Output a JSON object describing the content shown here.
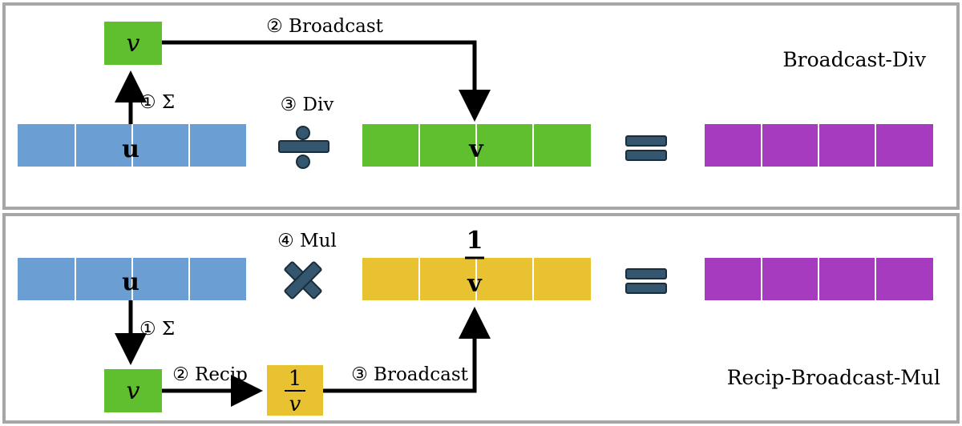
{
  "top_panel": {
    "title": "Broadcast-Div",
    "step_sum": "① Σ",
    "step_broadcast": "② Broadcast",
    "step_div": "③ Div",
    "input_label": "u",
    "reduced_label": "v",
    "broadcast_label": "v"
  },
  "bottom_panel": {
    "title": "Recip-Broadcast-Mul",
    "step_sum": "① Σ",
    "step_recip": "② Recip",
    "step_broadcast": "③ Broadcast",
    "step_mul": "④ Mul",
    "input_label": "u",
    "reduced_label": "v",
    "recip_numerator": "1",
    "recip_denominator": "v",
    "broadcast_numerator": "1",
    "broadcast_denominator": "v"
  },
  "colors": {
    "input": "#6b9fd3",
    "reduced": "#5fbf2f",
    "output": "#a73bbf",
    "reciprocal": "#e8c230",
    "operator": "#34566e"
  }
}
